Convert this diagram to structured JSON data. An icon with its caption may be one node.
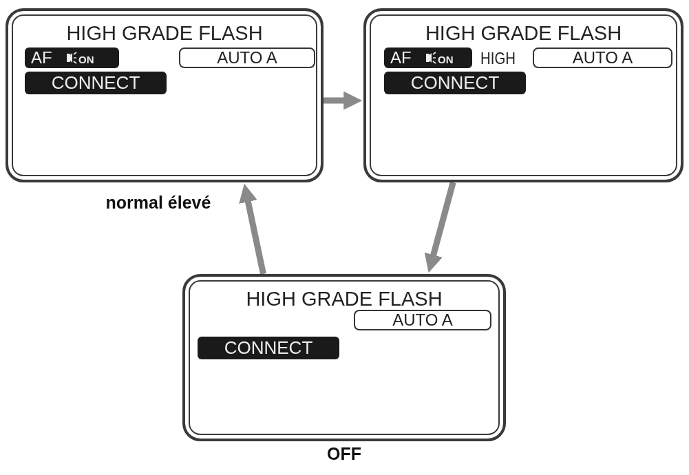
{
  "diagram": {
    "nodes": [
      {
        "text": [
          "HIGH GRADE FLASH"
        ],
        "beside": [
          "normal élevé"
        ]
      },
      {
        "text": [
          "AF",
          "ON"
        ],
        "in": 0
      },
      {
        "text": [
          "AUTO A"
        ],
        "in": 0
      },
      {
        "text": [
          "CONNECT"
        ],
        "in": 0
      },
      {
        "text": [
          "HIGH GRADE FLASH",
          "HIGH"
        ]
      },
      {
        "text": [
          "AF",
          "ON"
        ],
        "in": 4
      },
      {
        "text": [
          "AUTO A"
        ],
        "in": 4
      },
      {
        "text": [
          "CONNECT"
        ],
        "in": 4
      },
      {
        "text": [
          "HIGH GRADE FLASH"
        ],
        "beside": [
          "OFF"
        ]
      },
      {
        "text": [
          "AUTO A"
        ],
        "in": 8
      },
      {
        "text": [
          "CONNECT"
        ],
        "in": 8
      }
    ],
    "edges": [
      {
        "from": 0,
        "to": 4,
        "arrow": "to"
      },
      {
        "from": 4,
        "to": 8,
        "arrow": "to"
      },
      {
        "from": 8,
        "to": 0,
        "arrow": "to"
      }
    ]
  }
}
